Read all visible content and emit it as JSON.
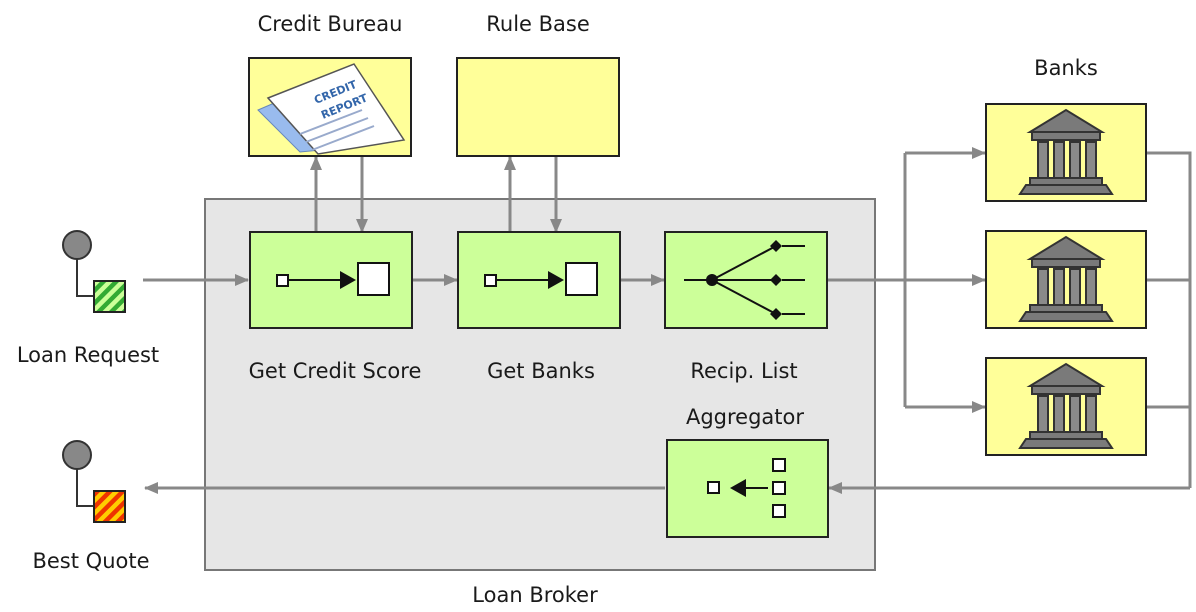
{
  "labels": {
    "credit_bureau": "Credit Bureau",
    "rule_base": "Rule Base",
    "banks": "Banks",
    "loan_request": "Loan Request",
    "best_quote": "Best Quote",
    "get_credit_score": "Get Credit Score",
    "get_banks": "Get Banks",
    "recip_list": "Recip. List",
    "aggregator": "Aggregator",
    "loan_broker": "Loan Broker"
  },
  "report": {
    "line1": "CREDIT",
    "line2": "REPORT"
  },
  "colors": {
    "component_fill": "#ccff99",
    "external_fill": "#ffff99",
    "broker_fill": "#e6e6e6",
    "arrow": "#888888",
    "request_marker": "#33aa33",
    "quote_marker": "#ee3300"
  }
}
